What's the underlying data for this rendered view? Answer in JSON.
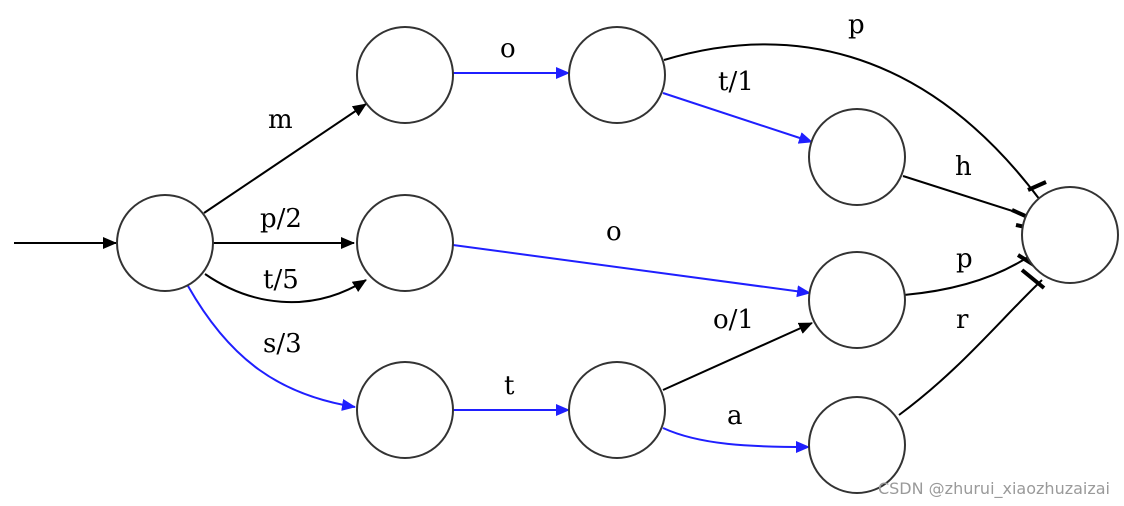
{
  "edges": [
    {
      "id": "m",
      "label": "m",
      "color": "black"
    },
    {
      "id": "p2",
      "label": "p/2",
      "color": "black"
    },
    {
      "id": "t5",
      "label": "t/5",
      "color": "black"
    },
    {
      "id": "s3",
      "label": "s/3",
      "color": "blue"
    },
    {
      "id": "o_top",
      "label": "o",
      "color": "blue"
    },
    {
      "id": "o_mid",
      "label": "o",
      "color": "blue"
    },
    {
      "id": "t_bot",
      "label": "t",
      "color": "blue"
    },
    {
      "id": "p_top",
      "label": "p",
      "color": "black"
    },
    {
      "id": "t1",
      "label": "t/1",
      "color": "blue"
    },
    {
      "id": "h",
      "label": "h",
      "color": "black"
    },
    {
      "id": "o1",
      "label": "o/1",
      "color": "black"
    },
    {
      "id": "a",
      "label": "a",
      "color": "blue"
    },
    {
      "id": "p_right",
      "label": "p",
      "color": "black"
    },
    {
      "id": "r",
      "label": "r",
      "color": "black"
    }
  ],
  "colors": {
    "black": "#000000",
    "blue": "#1f1fff"
  },
  "watermark": "CSDN @zhurui_xiaozhuzaizai"
}
